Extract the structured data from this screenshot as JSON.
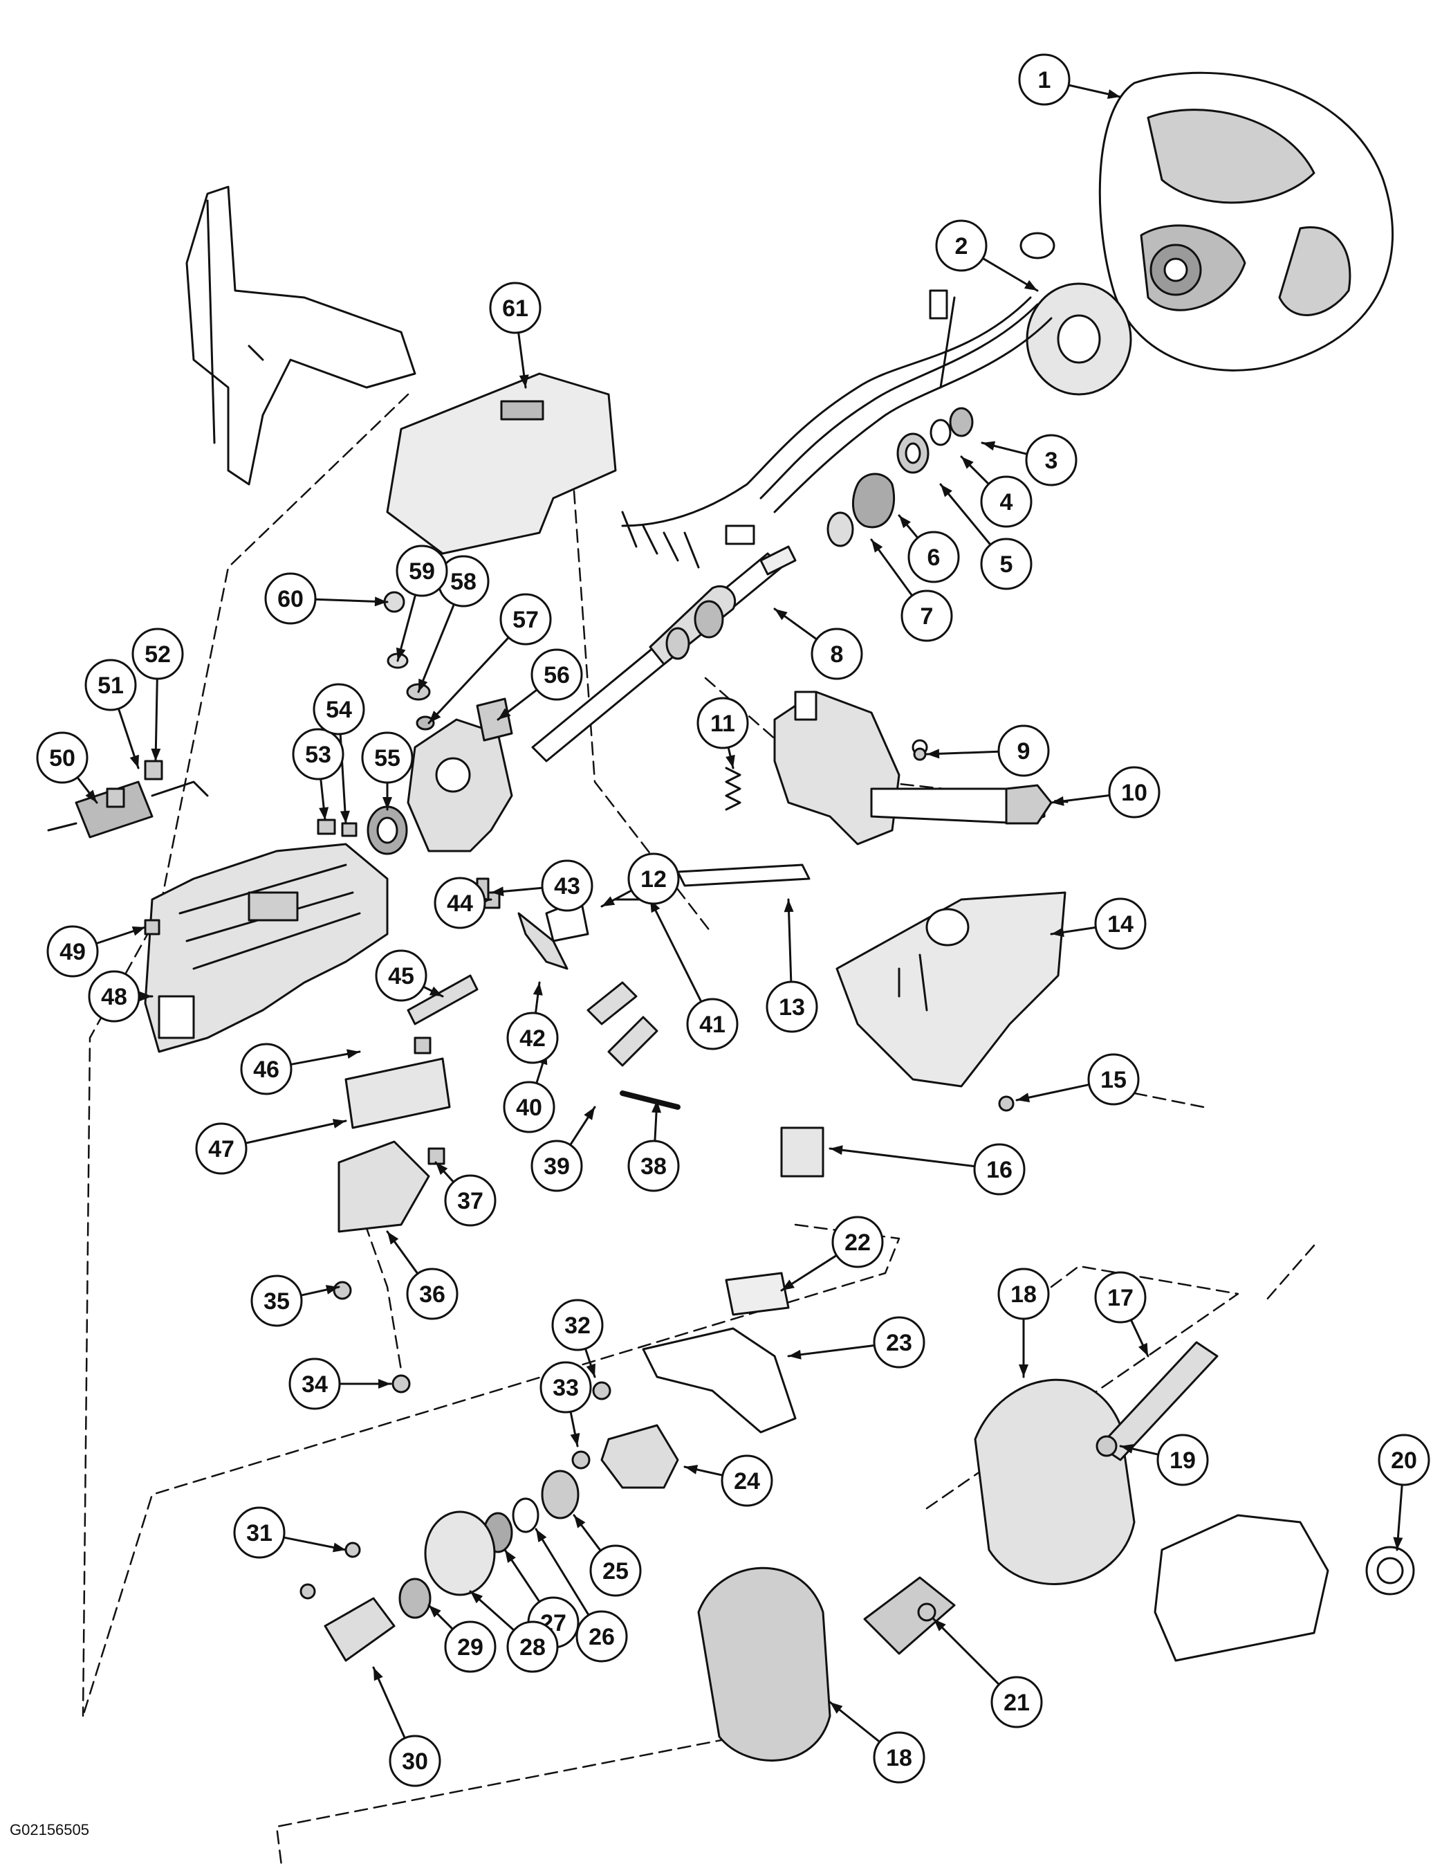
{
  "figure_id": "G02156505",
  "colors": {
    "line": "#111111",
    "fill_light": "#d9d9d9",
    "fill_mid": "#bdbdbd",
    "background": "#ffffff"
  },
  "callouts": [
    "1",
    "2",
    "3",
    "4",
    "5",
    "6",
    "7",
    "8",
    "9",
    "10",
    "11",
    "12",
    "13",
    "14",
    "15",
    "16",
    "17",
    "18",
    "18",
    "19",
    "20",
    "21",
    "22",
    "23",
    "24",
    "25",
    "26",
    "27",
    "28",
    "29",
    "30",
    "31",
    "32",
    "33",
    "34",
    "35",
    "36",
    "37",
    "38",
    "39",
    "40",
    "41",
    "42",
    "43",
    "44",
    "45",
    "46",
    "47",
    "48",
    "49",
    "50",
    "51",
    "52",
    "53",
    "54",
    "55",
    "56",
    "57",
    "58",
    "59",
    "60",
    "61"
  ]
}
